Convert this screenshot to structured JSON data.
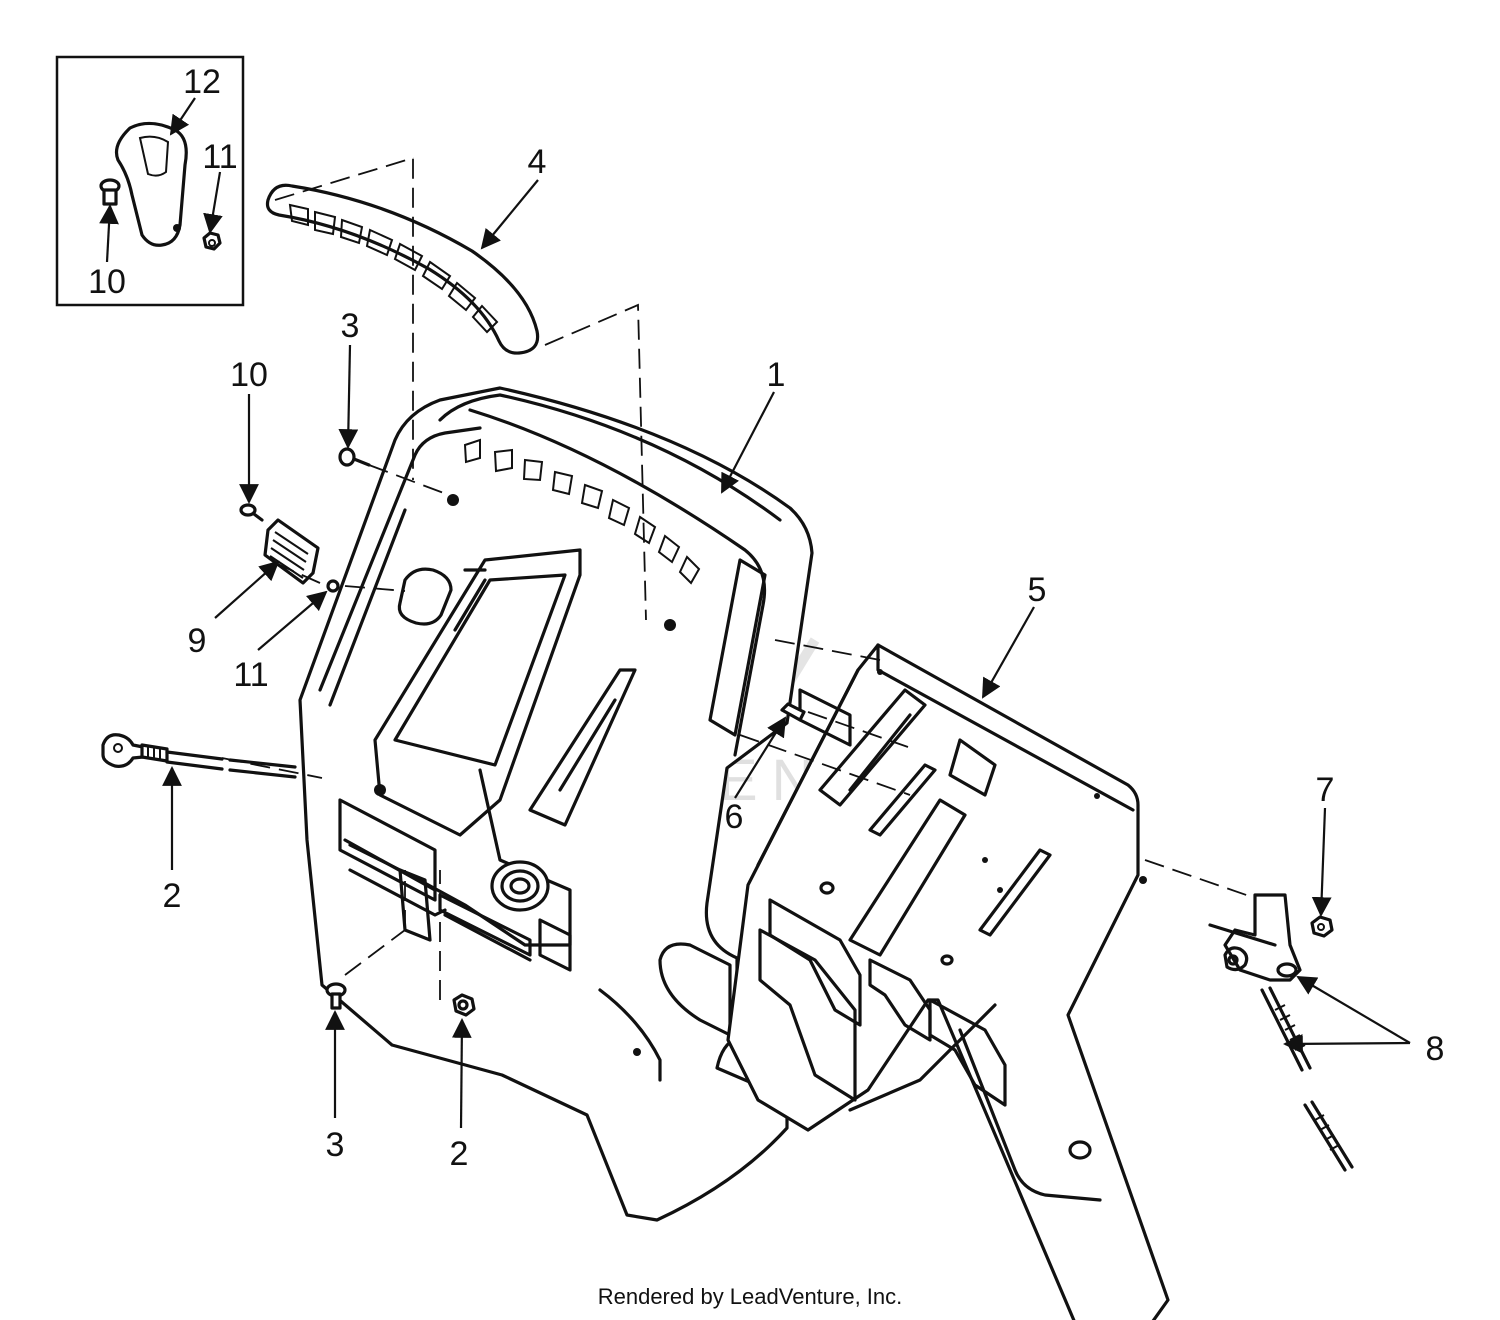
{
  "footer": "Rendered by LeadVenture, Inc.",
  "watermark": "LEADVENTURE",
  "callouts": {
    "c1": "1",
    "c2a": "2",
    "c2b": "2",
    "c3a": "3",
    "c3b": "3",
    "c4": "4",
    "c5": "5",
    "c6": "6",
    "c7": "7",
    "c8": "8",
    "c9": "9",
    "c10a": "10",
    "c10b": "10",
    "c11a": "11",
    "c11b": "11",
    "c12": "12"
  }
}
